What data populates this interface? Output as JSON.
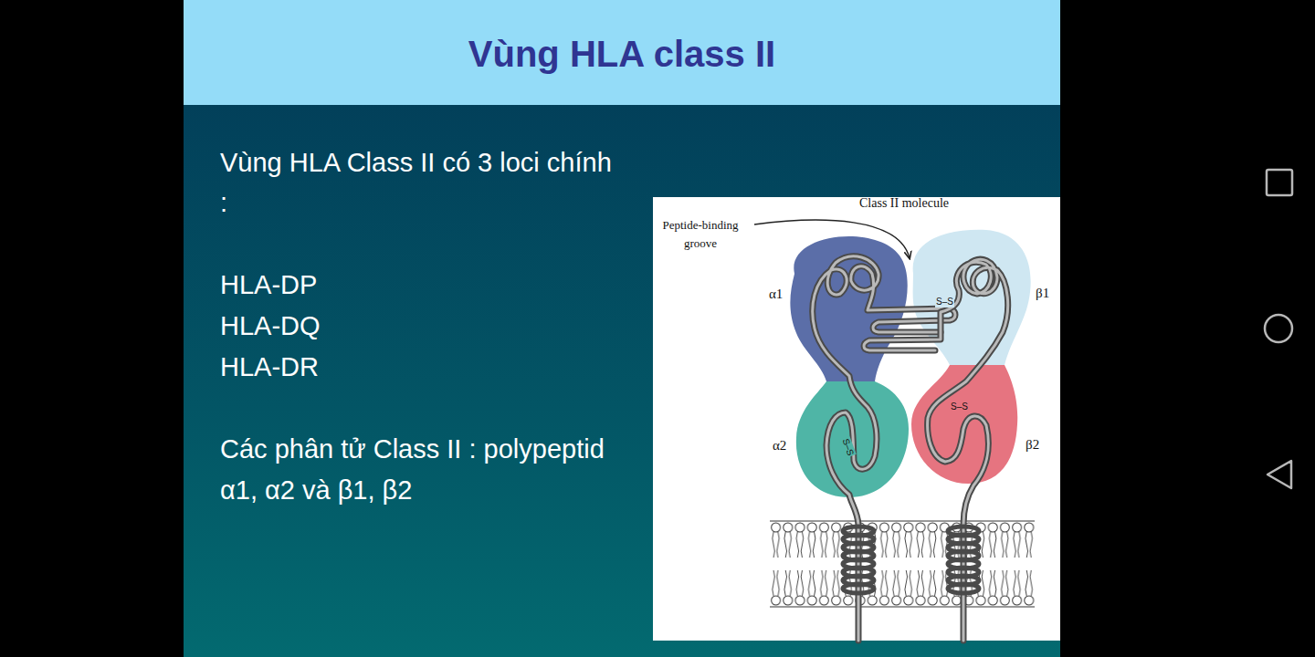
{
  "diagram": {
    "title": "Vùng HLA class II",
    "labels": [
      "Vùng HLA Class II có 3 loci chính :",
      "HLA-DP",
      "HLA-DQ",
      "HLA-DR",
      "Các phân tử Class II : polypeptid α1, α2 và β1, β2",
      "Class II molecule",
      "Peptide-binding groove",
      "α1",
      "β1",
      "α2",
      "β2",
      "S–S",
      "S–S",
      "S–S"
    ]
  }
}
